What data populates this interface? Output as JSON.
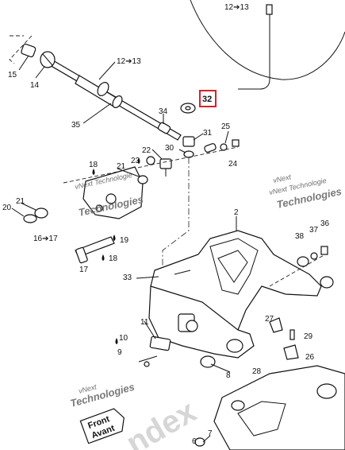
{
  "callouts": [
    {
      "id": "c-12-13-top",
      "text": "12➔13"
    },
    {
      "id": "c-15",
      "text": "15"
    },
    {
      "id": "c-14",
      "text": "14"
    },
    {
      "id": "c-12-13",
      "text": "12➔13"
    },
    {
      "id": "c-32",
      "text": "32"
    },
    {
      "id": "c-34",
      "text": "34"
    },
    {
      "id": "c-35",
      "text": "35"
    },
    {
      "id": "c-31",
      "text": "31"
    },
    {
      "id": "c-25",
      "text": "25"
    },
    {
      "id": "c-22",
      "text": "22"
    },
    {
      "id": "c-30",
      "text": "30"
    },
    {
      "id": "c-23",
      "text": "23"
    },
    {
      "id": "c-24",
      "text": "24"
    },
    {
      "id": "c-18",
      "text": "18"
    },
    {
      "id": "c-21a",
      "text": "21"
    },
    {
      "id": "c-21b",
      "text": "21"
    },
    {
      "id": "c-20",
      "text": "20"
    },
    {
      "id": "c-16-17",
      "text": "16➔17"
    },
    {
      "id": "c-19",
      "text": "19"
    },
    {
      "id": "c-18b",
      "text": "18"
    },
    {
      "id": "c-17",
      "text": "17"
    },
    {
      "id": "c-2",
      "text": "2"
    },
    {
      "id": "c-38",
      "text": "38"
    },
    {
      "id": "c-37",
      "text": "37"
    },
    {
      "id": "c-36",
      "text": "36"
    },
    {
      "id": "c-33",
      "text": "33"
    },
    {
      "id": "c-11",
      "text": "11"
    },
    {
      "id": "c-27",
      "text": "27"
    },
    {
      "id": "c-29",
      "text": "29"
    },
    {
      "id": "c-10",
      "text": "10"
    },
    {
      "id": "c-9",
      "text": "9"
    },
    {
      "id": "c-26",
      "text": "26"
    },
    {
      "id": "c-8",
      "text": "8"
    },
    {
      "id": "c-28",
      "text": "28"
    },
    {
      "id": "c-6",
      "text": "6"
    },
    {
      "id": "c-7",
      "text": "7"
    }
  ],
  "watermarks": {
    "top_right_line1": "vNext",
    "top_right_line2": "vNext Technologie",
    "top_right_line3": "Technologies",
    "bottom_left_line1": "vNext",
    "bottom_left_line2": "Technologies"
  },
  "direction_tag": {
    "line1": "Front",
    "line2": "Avant"
  },
  "highlight_color": "#d9202a"
}
